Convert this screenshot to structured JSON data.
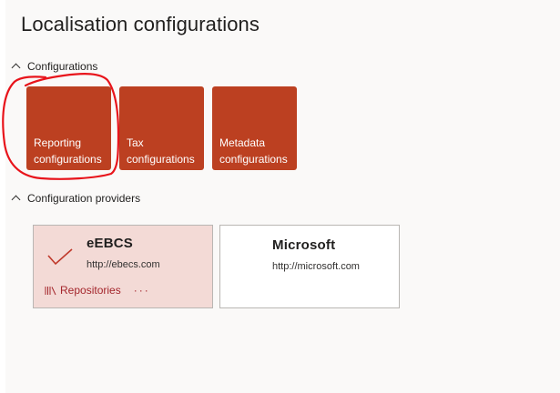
{
  "page": {
    "title": "Localisation configurations"
  },
  "sections": {
    "configurations": {
      "label": "Configurations",
      "tiles": [
        {
          "label": "Reporting\nconfigurations"
        },
        {
          "label": "Tax\nconfigurations"
        },
        {
          "label": "Metadata\nconfigurations"
        }
      ]
    },
    "providers": {
      "label": "Configuration providers",
      "cards": [
        {
          "name": "eEBCS",
          "url": "http://ebecs.com",
          "active": true,
          "repositories_label": "Repositories",
          "more_label": "···"
        },
        {
          "name": "Microsoft",
          "url": "http://microsoft.com",
          "active": false
        }
      ]
    }
  },
  "colors": {
    "tile": "#bc4021",
    "selected_card": "#f3dad6",
    "accent_text": "#a4262c",
    "annotation": "#e8141b"
  }
}
